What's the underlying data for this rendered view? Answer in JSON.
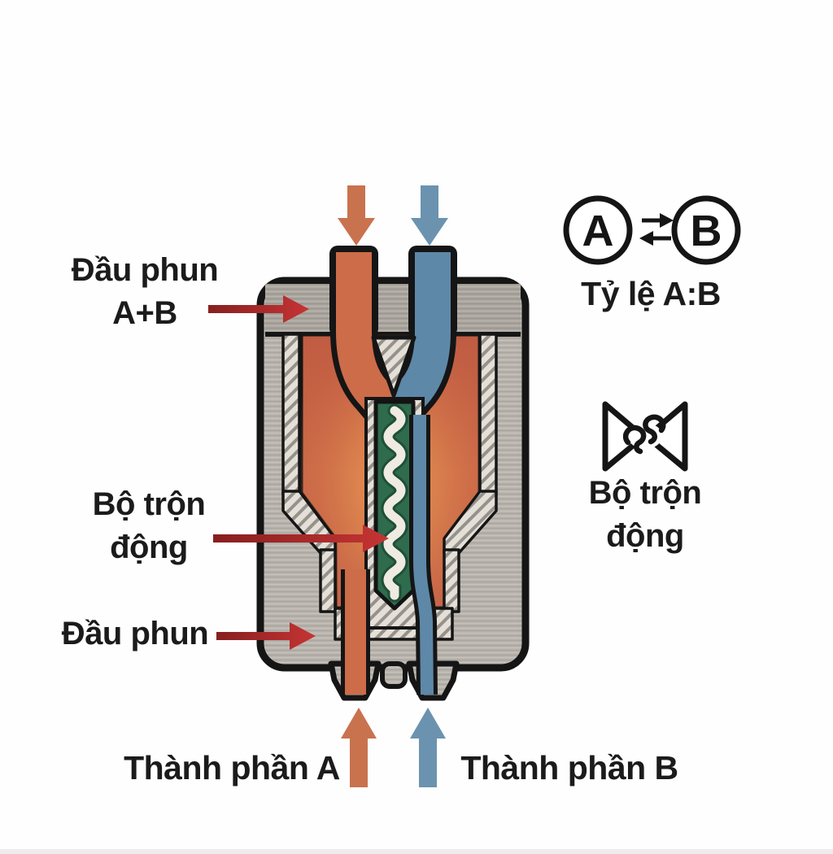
{
  "diagram": {
    "labels": {
      "nozzle_ab_line1": "Đầu phun",
      "nozzle_ab_line2": "A+B",
      "mixer_left_line1": "Bộ trộn",
      "mixer_left_line2": "động",
      "nozzle": "Đầu phun",
      "component_a": "Thành phần A",
      "component_b": "Thành phần B"
    },
    "legend": {
      "circle_a": "A",
      "circle_b": "B",
      "ratio_label": "Tỷ lệ A:B",
      "mixer_line1": "Bộ trộn",
      "mixer_line2": "động"
    },
    "colors": {
      "component_a": "#cd6c49",
      "component_b": "#5e88a8",
      "arrow_a": "#c9724e",
      "arrow_b": "#6b93af",
      "mixer_green": "#2f6b4d",
      "spiral_white": "#efebe2",
      "callout_red": "#b02b2b",
      "body_gray": "#b8b4ad",
      "outline_black": "#151515"
    }
  }
}
